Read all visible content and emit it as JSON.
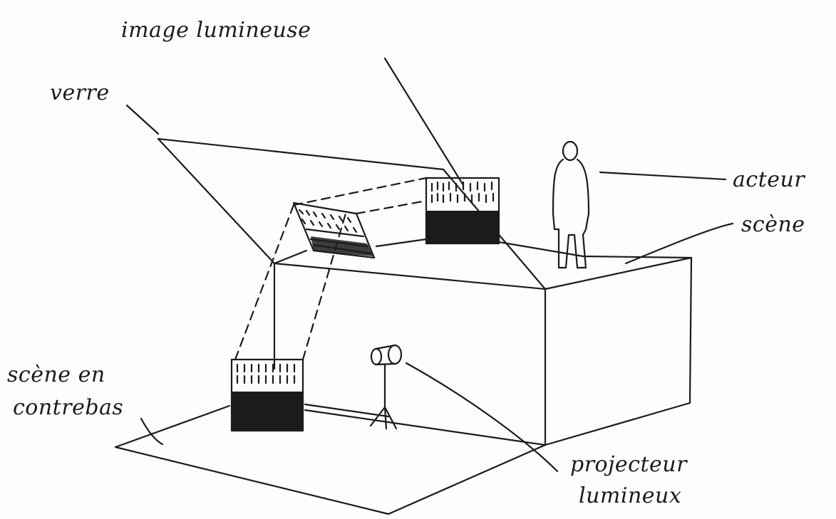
{
  "labels": {
    "image_lumineuse": "image lumineuse",
    "verre": "verre",
    "acteur": "acteur",
    "scene": "scène",
    "scene_contrebas_1": "scène en",
    "scene_contrebas_2": "contrebas",
    "projecteur_1": "projecteur",
    "projecteur_2": "lumineux"
  },
  "colors": {
    "ink": "#1b1b1b",
    "paper": "#fdfdfb"
  }
}
